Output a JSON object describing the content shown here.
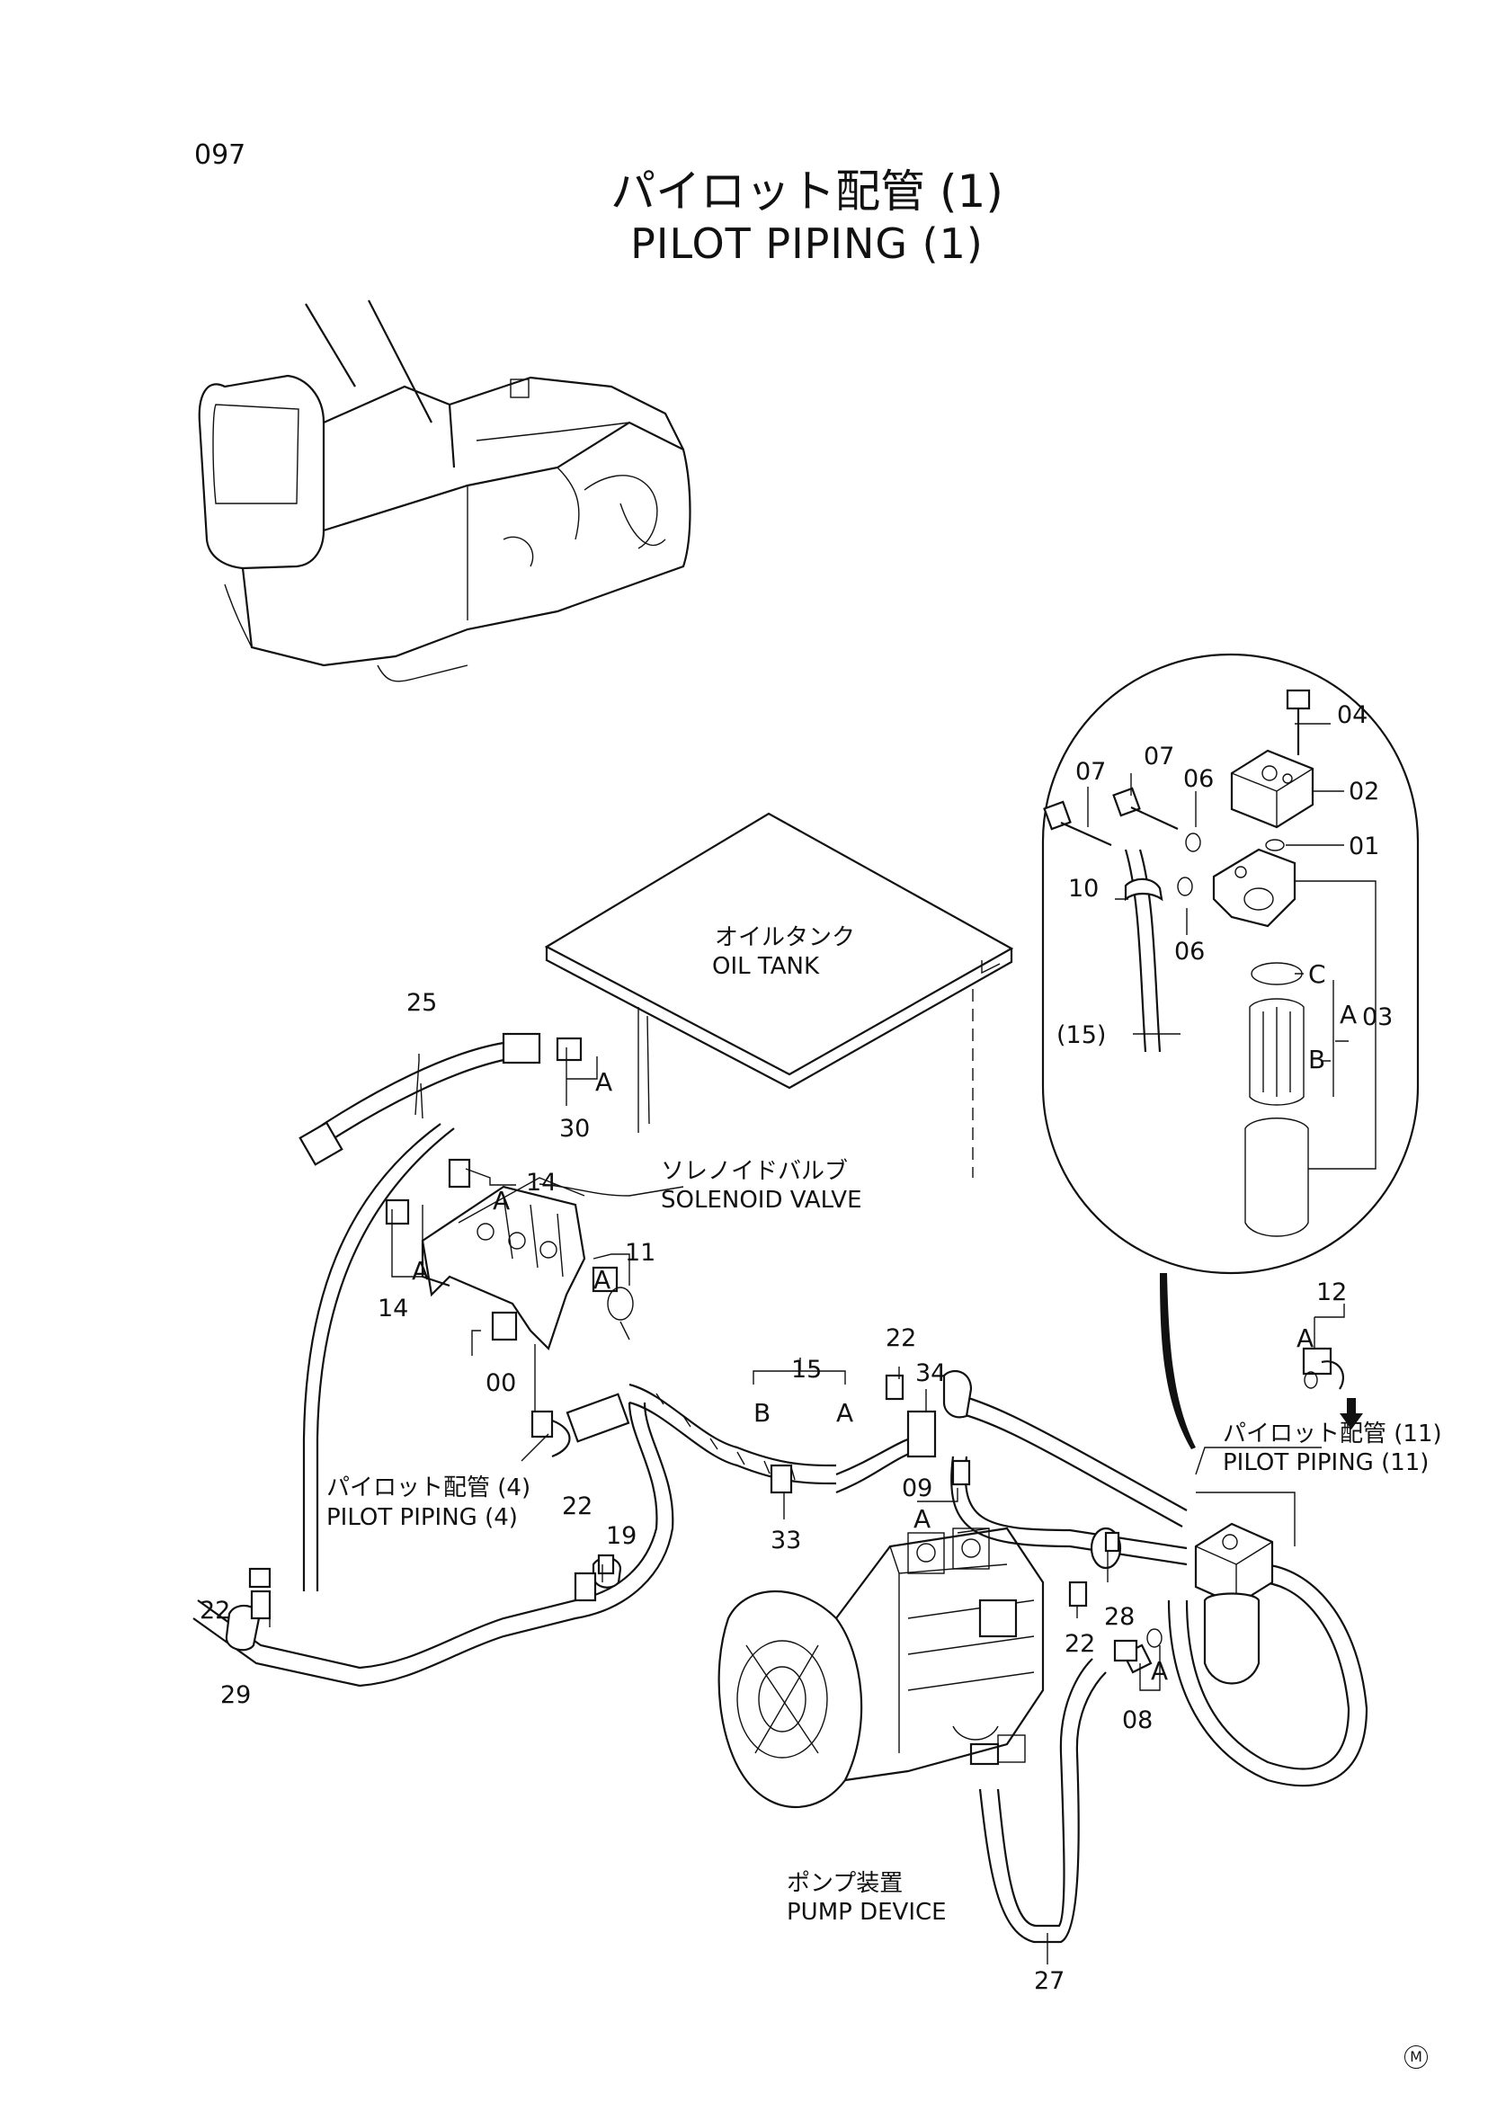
{
  "page": {
    "number": "097",
    "title_jp": "パイロット配管 (1)",
    "title_en": "PILOT PIPING (1)",
    "mark": "M"
  },
  "labels": {
    "oil_tank_jp": "オイルタンク",
    "oil_tank_en": "OIL TANK",
    "solenoid_jp": "ソレノイドバルブ",
    "solenoid_en": "SOLENOID VALVE",
    "pilot4_jp": "パイロット配管 (4)",
    "pilot4_en": "PILOT PIPING (4)",
    "pilot11_jp": "パイロット配管 (11)",
    "pilot11_en": "PILOT PIPING (11)",
    "pump_jp": "ポンプ装置",
    "pump_en": "PUMP DEVICE"
  },
  "callouts": [
    {
      "id": "c25",
      "text": "25"
    },
    {
      "id": "c30",
      "text": "30"
    },
    {
      "id": "cA30",
      "text": "A"
    },
    {
      "id": "c14a",
      "text": "14"
    },
    {
      "id": "cA14a",
      "text": "A"
    },
    {
      "id": "c14b",
      "text": "14"
    },
    {
      "id": "cA14b",
      "text": "A"
    },
    {
      "id": "c11",
      "text": "11"
    },
    {
      "id": "cA11",
      "text": "A"
    },
    {
      "id": "c00",
      "text": "00"
    },
    {
      "id": "c22a",
      "text": "22"
    },
    {
      "id": "c19",
      "text": "19"
    },
    {
      "id": "c22b",
      "text": "22"
    },
    {
      "id": "c29",
      "text": "29"
    },
    {
      "id": "c15",
      "text": "15"
    },
    {
      "id": "cB15",
      "text": "B"
    },
    {
      "id": "cA15",
      "text": "A"
    },
    {
      "id": "c22c",
      "text": "22"
    },
    {
      "id": "c34",
      "text": "34"
    },
    {
      "id": "c33",
      "text": "33"
    },
    {
      "id": "c09",
      "text": "09"
    },
    {
      "id": "cA09",
      "text": "A"
    },
    {
      "id": "c28",
      "text": "28"
    },
    {
      "id": "c22d",
      "text": "22"
    },
    {
      "id": "cA08",
      "text": "A"
    },
    {
      "id": "c08",
      "text": "08"
    },
    {
      "id": "c27",
      "text": "27"
    },
    {
      "id": "c12",
      "text": "12"
    },
    {
      "id": "cA12",
      "text": "A"
    },
    {
      "id": "d04",
      "text": "04"
    },
    {
      "id": "d07a",
      "text": "07"
    },
    {
      "id": "d07b",
      "text": "07"
    },
    {
      "id": "d06a",
      "text": "06"
    },
    {
      "id": "d02",
      "text": "02"
    },
    {
      "id": "d01",
      "text": "01"
    },
    {
      "id": "d10",
      "text": "10"
    },
    {
      "id": "d06b",
      "text": "06"
    },
    {
      "id": "d15",
      "text": "(15)"
    },
    {
      "id": "dC",
      "text": "C"
    },
    {
      "id": "dA",
      "text": "A"
    },
    {
      "id": "d03",
      "text": "03"
    },
    {
      "id": "dB",
      "text": "B"
    }
  ]
}
